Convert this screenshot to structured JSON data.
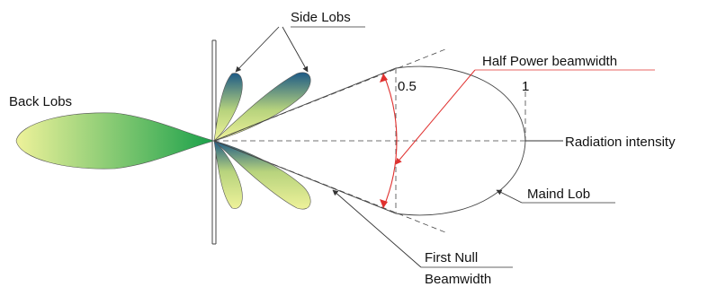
{
  "labels": {
    "side_lobs": "Side Lobs",
    "back_lobs": "Back Lobs",
    "half_power_beamwidth": "Half Power beamwidth",
    "half_power_value": "0.5",
    "max_value": "1",
    "radiation_intensity": "Radiation intensity",
    "main_lob": "Maind Lob",
    "first_null_line1": "First Null",
    "first_null_line2": "Beamwidth"
  },
  "colors": {
    "lobe_light": "#eef29a",
    "side_lobe_dark": "#1d5a86",
    "back_lobe_dark": "#1aa04a",
    "annotation_red": "#e0312f",
    "outline": "#444444"
  }
}
